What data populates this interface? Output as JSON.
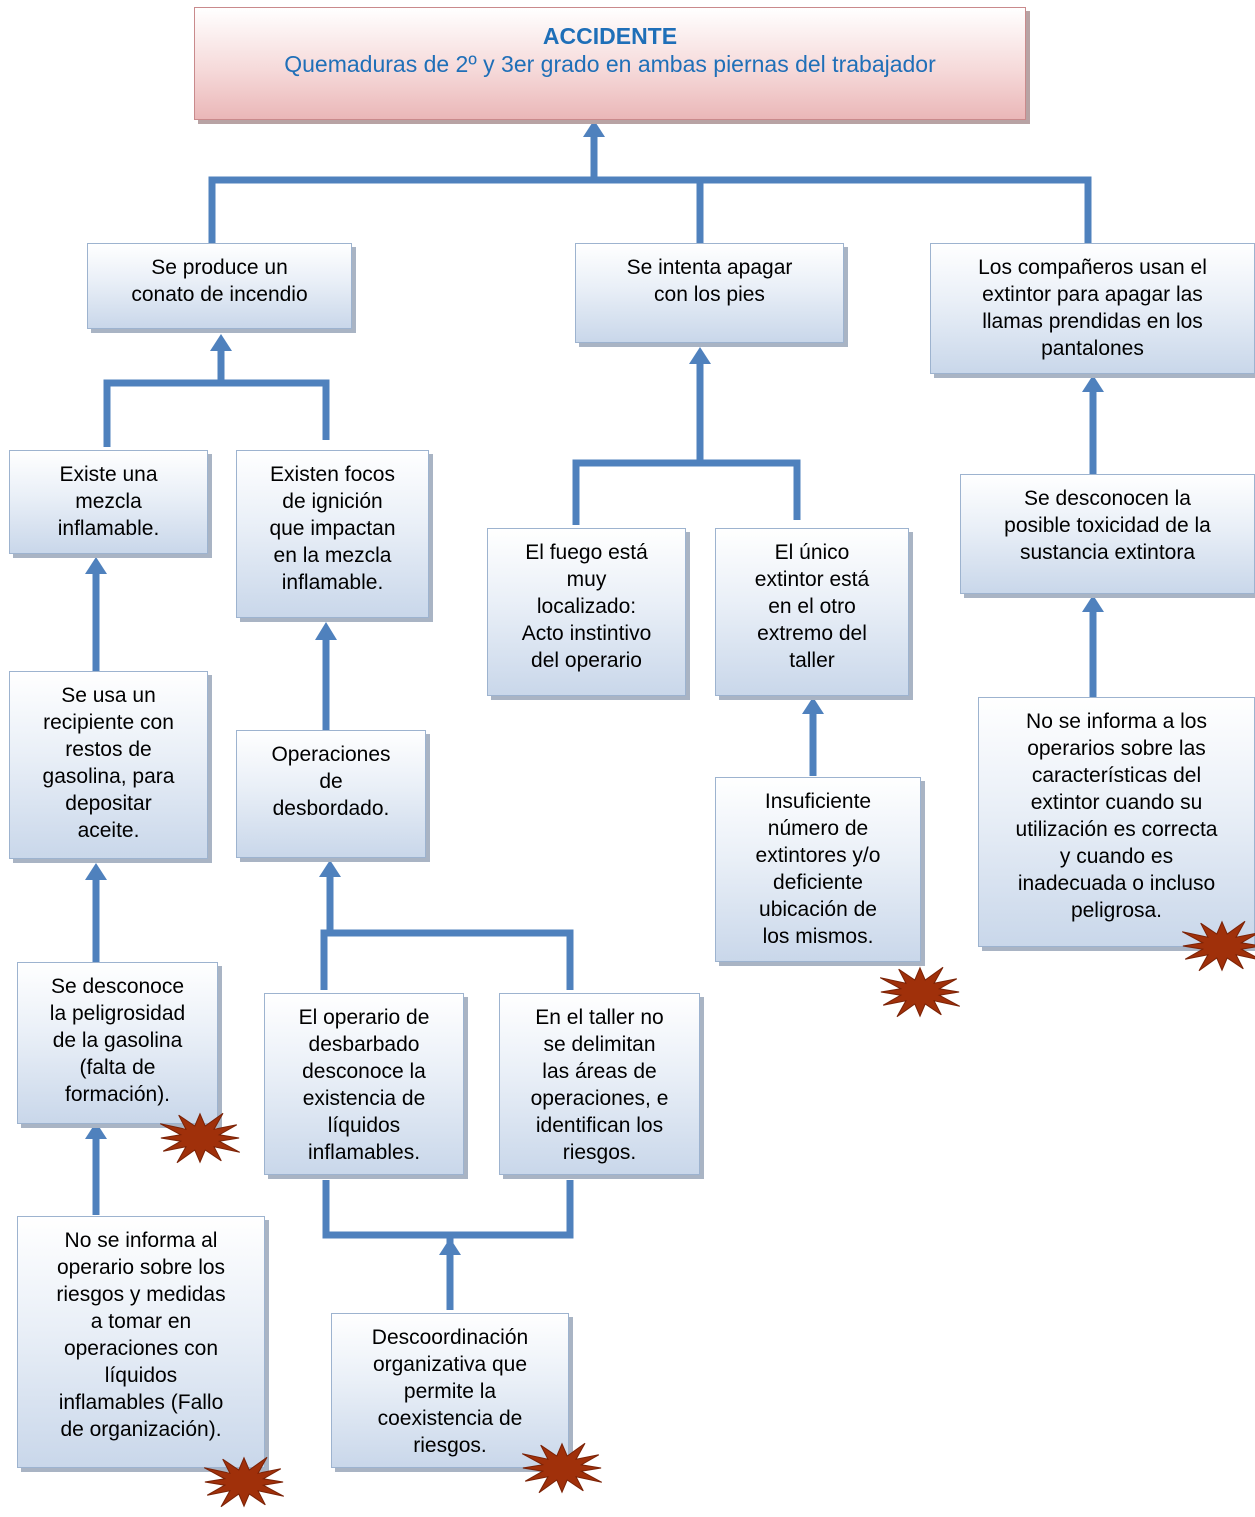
{
  "accident": {
    "title": "ACCIDENTE",
    "subtitle": "Quemaduras de 2º y 3er grado en ambas piernas del trabajador"
  },
  "nodes": {
    "conato": "Se produce un\nconato de incendio",
    "pies": "Se intenta apagar\ncon los pies",
    "companeros": "Los compañeros usan el\nextintor para apagar las\nllamas prendidas en los\npantalones",
    "mezcla": "Existe una\nmezcla\ninflamable.",
    "focos": "Existen focos\nde ignición\nque impactan\nen la mezcla\ninflamable.",
    "fuego": "El fuego está\nmuy\nlocalizado:\nActo instintivo\ndel operario",
    "unico": "El único\nextintor está\nen el otro\nextremo del\ntaller",
    "toxicidad": "Se desconocen la\nposible toxicidad de la\nsustancia extintora",
    "recipiente": "Se usa un\nrecipiente con\nrestos de\ngasolina, para\ndepositar\naceite.",
    "desbordado": "Operaciones\nde\ndesbordado.",
    "insuficiente": "Insuficiente\nnúmero de\nextintores y/o\ndeficiente\nubicación de\nlos mismos.",
    "informa_extintor": "No se informa a los\noperarios sobre las\ncaracterísticas del\nextintor cuando su\nutilización es correcta\ny cuando es\ninadecuada o incluso\npeligrosa.",
    "peligrosidad": "Se desconoce\nla peligrosidad\nde la gasolina\n(falta de\nformación).",
    "operario_desbarbado": "El operario de\ndesbarbado\ndesconoce la\nexistencia de\nlíquidos\ninflamables.",
    "taller_areas": "En el taller no\nse delimitan\nlas áreas de\noperaciones, e\nidentifican los\nriesgos.",
    "informa_operario": "No se informa al\noperario sobre los\nriesgos y medidas\na tomar en\noperaciones con\nlíquidos\ninflamables (Fallo\nde organización).",
    "descoordinacion": "Descoordinación\norganizativa que\npermite la\ncoexistencia de\nriesgos."
  },
  "colors": {
    "connector": "#4f81bd",
    "star": "#a0300a"
  }
}
